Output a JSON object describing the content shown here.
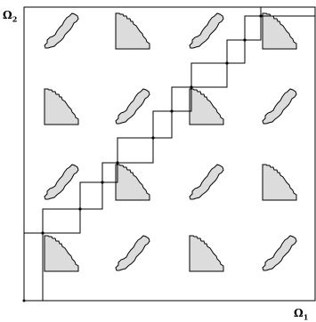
{
  "figure": {
    "x_axis_label": "Ω",
    "x_axis_subscript": "1",
    "y_axis_label": "Ω",
    "y_axis_subscript": "2",
    "grid": {
      "columns": 4,
      "rows": 4
    },
    "tiles": [
      [
        "piece-a",
        "piece-b",
        "piece-a",
        "piece-b"
      ],
      [
        "piece-b",
        "piece-a",
        "piece-b",
        "piece-a"
      ],
      [
        "piece-a",
        "piece-b",
        "piece-a",
        "piece-b"
      ],
      [
        "piece-b",
        "piece-a",
        "piece-b",
        "piece-a"
      ]
    ],
    "colors": {
      "fill": "#dcdcdc",
      "stroke": "#000000"
    }
  }
}
